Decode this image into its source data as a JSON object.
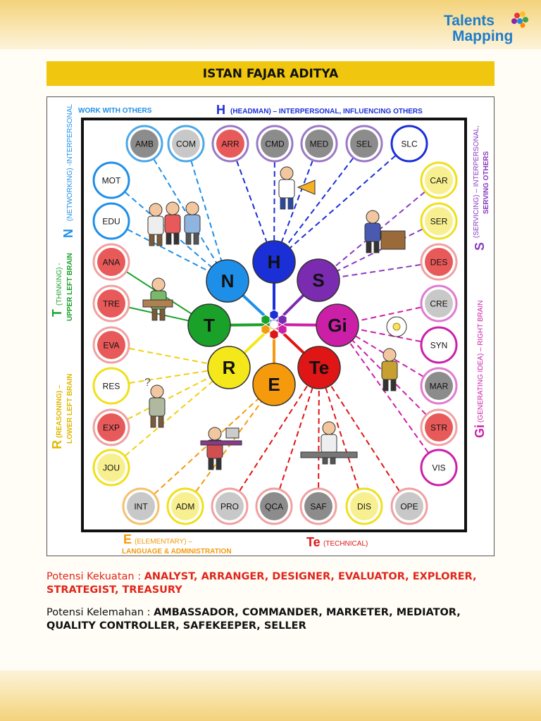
{
  "header": {
    "logo_line1": "Talents",
    "logo_line2": "Mapping",
    "title": "ISTAN FAJAR ADITYA"
  },
  "diagram": {
    "top_left_label": "WORK WITH OTHERS",
    "side_labels": {
      "H": {
        "letter": "H",
        "text": "(HEADMAN) – INTERPERSONAL, INFLUENCING OTHERS"
      },
      "N": {
        "letter": "N",
        "text": "(NETWORKING) -INTERPERSONAL"
      },
      "T": {
        "letter": "T",
        "text1": "(THINKING) -",
        "text2": "UPPER LEFT BRAIN"
      },
      "R": {
        "letter": "R",
        "text1": "(REASONING) –",
        "text2": "LOWER LEFT BRAIN"
      },
      "E": {
        "letter": "E",
        "text1": "(ELEMENTARY) –",
        "text2": "LANGUAGE & ADMINISTRATION"
      },
      "Te": {
        "letter": "Te",
        "text": "(TECHNICAL)"
      },
      "S": {
        "letter": "S",
        "text1": "(SERVICING) – INTERPERSONAL,",
        "text2": "SERVING OTHERS"
      },
      "Gi": {
        "letter": "Gi",
        "text": "(GENERATING IDEA) – RIGHT BRAIN"
      }
    },
    "core": [
      {
        "label": "H",
        "color": "#1a2fd6"
      },
      {
        "label": "S",
        "color": "#7a2bb0"
      },
      {
        "label": "Gi",
        "color": "#cc1fa8"
      },
      {
        "label": "Te",
        "color": "#e01515"
      },
      {
        "label": "E",
        "color": "#f59a0c"
      },
      {
        "label": "R",
        "color": "#f5e81a"
      },
      {
        "label": "T",
        "color": "#1aa12a"
      },
      {
        "label": "N",
        "color": "#1e8fe8"
      }
    ],
    "top_row": [
      {
        "code": "AMB",
        "fill": "#8c8c8c",
        "ring": "#4aa8e8"
      },
      {
        "code": "COM",
        "fill": "#c8c8c8",
        "ring": "#4aa8e8"
      },
      {
        "code": "ARR",
        "fill": "#e85a5a",
        "ring": "#9a78c6"
      },
      {
        "code": "CMD",
        "fill": "#8c8c8c",
        "ring": "#9a78c6"
      },
      {
        "code": "MED",
        "fill": "#8c8c8c",
        "ring": "#9a78c6"
      },
      {
        "code": "SEL",
        "fill": "#8c8c8c",
        "ring": "#9a78c6"
      },
      {
        "code": "SLC",
        "fill": "#ffffff",
        "ring": "#1a2fd6"
      }
    ],
    "left_col": [
      {
        "code": "MOT",
        "fill": "#ffffff",
        "ring": "#1e8fe8"
      },
      {
        "code": "EDU",
        "fill": "#ffffff",
        "ring": "#1e8fe8"
      },
      {
        "code": "ANA",
        "fill": "#e85a5a",
        "ring": "#f0a0a0"
      },
      {
        "code": "TRE",
        "fill": "#e85a5a",
        "ring": "#f0a0a0"
      },
      {
        "code": "EVA",
        "fill": "#e85a5a",
        "ring": "#f0a0a0"
      },
      {
        "code": "RES",
        "fill": "#ffffff",
        "ring": "#f0e01a"
      },
      {
        "code": "EXP",
        "fill": "#e85a5a",
        "ring": "#f0a0a0"
      },
      {
        "code": "JOU",
        "fill": "#f8f090",
        "ring": "#f0e01a"
      }
    ],
    "right_col": [
      {
        "code": "CAR",
        "fill": "#f8f090",
        "ring": "#f0e01a"
      },
      {
        "code": "SER",
        "fill": "#f8f090",
        "ring": "#f0e01a"
      },
      {
        "code": "DES",
        "fill": "#e85a5a",
        "ring": "#f0a0a0"
      },
      {
        "code": "CRE",
        "fill": "#c8c8c8",
        "ring": "#e07ad0"
      },
      {
        "code": "SYN",
        "fill": "#ffffff",
        "ring": "#cc1fa8"
      },
      {
        "code": "MAR",
        "fill": "#8c8c8c",
        "ring": "#e07ad0"
      },
      {
        "code": "STR",
        "fill": "#e85a5a",
        "ring": "#f0a0a0"
      },
      {
        "code": "VIS",
        "fill": "#ffffff",
        "ring": "#cc1fa8"
      }
    ],
    "bottom_row": [
      {
        "code": "INT",
        "fill": "#c8c8c8",
        "ring": "#f5c06a"
      },
      {
        "code": "ADM",
        "fill": "#f8f090",
        "ring": "#f0e01a"
      },
      {
        "code": "PRO",
        "fill": "#c8c8c8",
        "ring": "#f0a0a0"
      },
      {
        "code": "QCA",
        "fill": "#8c8c8c",
        "ring": "#f0a0a0"
      },
      {
        "code": "SAF",
        "fill": "#8c8c8c",
        "ring": "#f0a0a0"
      },
      {
        "code": "DIS",
        "fill": "#f8f090",
        "ring": "#f0e01a"
      },
      {
        "code": "OPE",
        "fill": "#c8c8c8",
        "ring": "#f0a0a0"
      }
    ]
  },
  "summary": {
    "strength_label": "Potensi Kekuatan : ",
    "strength_values": "ANALYST, ARRANGER, DESIGNER, EVALUATOR, EXPLORER, STRATEGIST, TREASURY",
    "weakness_label": "Potensi Kelemahan : ",
    "weakness_values": "AMBASSADOR, COMMANDER, MARKETER, MEDIATOR, QUALITY CONTROLLER, SAFEKEEPER, SELLER"
  }
}
